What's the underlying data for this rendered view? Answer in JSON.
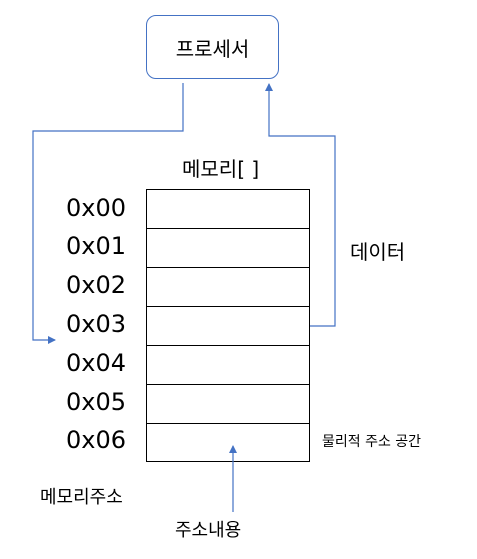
{
  "processor": {
    "label": "프로세서"
  },
  "memory": {
    "title": "메모리[ ]",
    "addresses": [
      "0x00",
      "0x01",
      "0x02",
      "0x03",
      "0x04",
      "0x05",
      "0x06"
    ]
  },
  "labels": {
    "data": "데이터",
    "physical_space": "물리적 주소 공간",
    "address_caption": "메모리주소",
    "content_caption": "주소내용"
  },
  "colors": {
    "arrow": "#4472c4",
    "box_border": "#4472c4"
  }
}
